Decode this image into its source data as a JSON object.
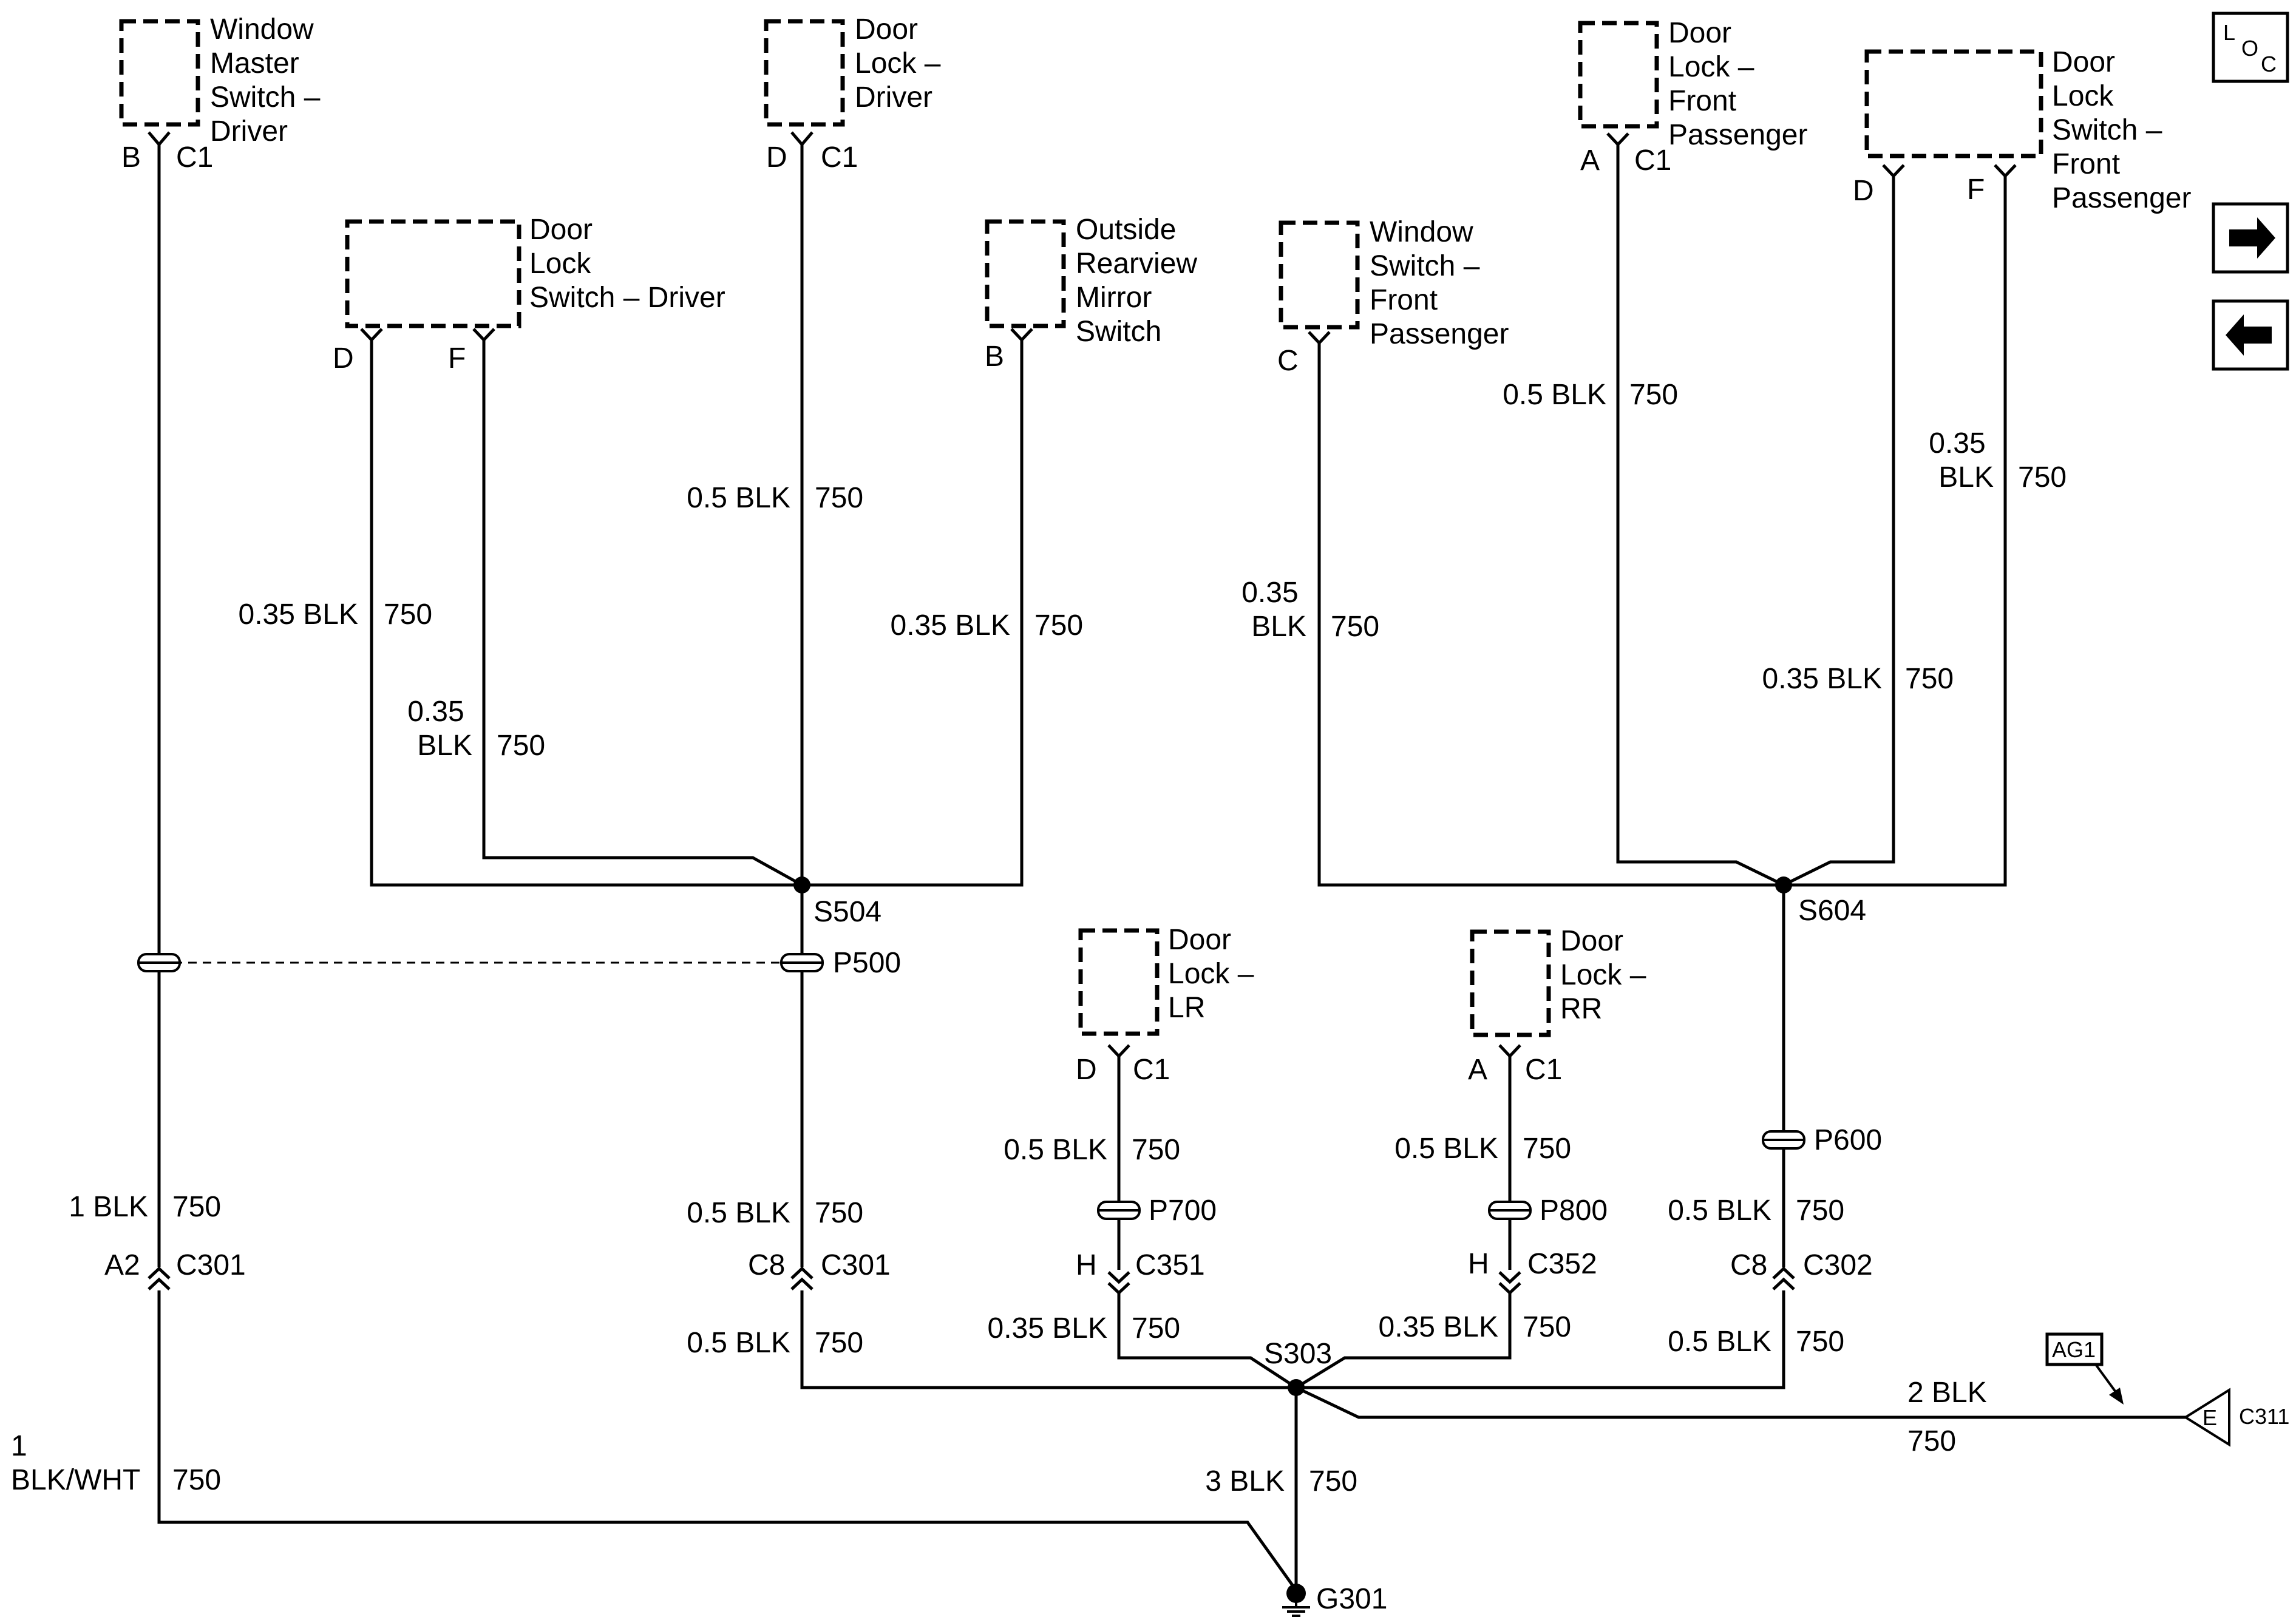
{
  "components": [
    {
      "id": "window-master-switch-driver",
      "lines": [
        "Window",
        "Master",
        "Switch –",
        "Driver"
      ],
      "pins": [
        "B",
        "C1"
      ]
    },
    {
      "id": "door-lock-driver",
      "lines": [
        "Door",
        "Lock –",
        "Driver"
      ],
      "pins": [
        "D",
        "C1"
      ]
    },
    {
      "id": "door-lock-front-passenger",
      "lines": [
        "Door",
        "Lock –",
        "Front",
        "Passenger"
      ],
      "pins": [
        "A",
        "C1"
      ]
    },
    {
      "id": "door-lock-switch-front-passenger",
      "lines": [
        "Door",
        "Lock",
        "Switch –",
        "Front",
        "Passenger"
      ],
      "pins": [
        "D",
        "F"
      ]
    },
    {
      "id": "door-lock-switch-driver",
      "lines": [
        "Door",
        "Lock",
        "Switch – Driver"
      ],
      "pins": [
        "D",
        "F"
      ]
    },
    {
      "id": "outside-rearview-mirror-switch",
      "lines": [
        "Outside",
        "Rearview",
        "Mirror",
        "Switch"
      ],
      "pins": [
        "B"
      ]
    },
    {
      "id": "window-switch-front-passenger",
      "lines": [
        "Window",
        "Switch –",
        "Front",
        "Passenger"
      ],
      "pins": [
        "C"
      ]
    },
    {
      "id": "door-lock-lr",
      "lines": [
        "Door",
        "Lock –",
        "LR"
      ],
      "pins": [
        "D",
        "C1"
      ]
    },
    {
      "id": "door-lock-rr",
      "lines": [
        "Door",
        "Lock –",
        "RR"
      ],
      "pins": [
        "A",
        "C1"
      ]
    }
  ],
  "wire_labels": [
    {
      "id": "w-dlsd-d",
      "size": "0.35 BLK",
      "circuit": "750"
    },
    {
      "id": "w-dlsd-f",
      "size_lines": [
        "0.35",
        "BLK"
      ],
      "circuit": "750"
    },
    {
      "id": "w-dld",
      "size": "0.5 BLK",
      "circuit": "750"
    },
    {
      "id": "w-mirror",
      "size": "0.35 BLK",
      "circuit": "750"
    },
    {
      "id": "w-wsfp",
      "size_lines": [
        "0.35",
        "BLK"
      ],
      "circuit": "750"
    },
    {
      "id": "w-dlfp",
      "size": "0.5 BLK",
      "circuit": "750"
    },
    {
      "id": "w-dlsfp-f",
      "size_lines": [
        "0.35",
        "BLK"
      ],
      "circuit": "750"
    },
    {
      "id": "w-dlsfp-d",
      "size": "0.35 BLK",
      "circuit": "750"
    },
    {
      "id": "w-wmsd",
      "size": "1 BLK",
      "circuit": "750"
    },
    {
      "id": "w-s504-c301",
      "size": "0.5 BLK",
      "circuit": "750"
    },
    {
      "id": "w-c301-s303",
      "size": "0.5 BLK",
      "circuit": "750"
    },
    {
      "id": "w-lr-p700",
      "size": "0.5 BLK",
      "circuit": "750"
    },
    {
      "id": "w-c351-s303",
      "size": "0.35 BLK",
      "circuit": "750"
    },
    {
      "id": "w-rr-p800",
      "size": "0.5 BLK",
      "circuit": "750"
    },
    {
      "id": "w-c352-s303",
      "size": "0.35 BLK",
      "circuit": "750"
    },
    {
      "id": "w-p600-c302",
      "size": "0.5 BLK",
      "circuit": "750"
    },
    {
      "id": "w-c302-s303",
      "size": "0.5 BLK",
      "circuit": "750"
    },
    {
      "id": "w-c311",
      "size": "2 BLK",
      "circuit": "750"
    },
    {
      "id": "w-s303-g301",
      "size": "3 BLK",
      "circuit": "750"
    },
    {
      "id": "w-c301a2-g301",
      "size_lines": [
        "1",
        "BLK/WHT"
      ],
      "circuit": "750"
    }
  ],
  "splices": {
    "s504": "S504",
    "s604": "S604",
    "s303": "S303"
  },
  "pass_throughs": {
    "p500": "P500",
    "p600": "P600",
    "p700": "P700",
    "p800": "P800"
  },
  "connectors": {
    "c301_a2": {
      "pin": "A2",
      "name": "C301"
    },
    "c301_c8": {
      "pin": "C8",
      "name": "C301"
    },
    "c351": {
      "pin": "H",
      "name": "C351"
    },
    "c352": {
      "pin": "H",
      "name": "C352"
    },
    "c302": {
      "pin": "C8",
      "name": "C302"
    },
    "c311": {
      "pin": "E",
      "name": "C311"
    }
  },
  "ground": "G301",
  "ref_tag": "AG1",
  "loc_button": {
    "l": "L",
    "o": "O",
    "c": "C"
  },
  "nav": {
    "next": "next-arrow",
    "prev": "prev-arrow"
  }
}
